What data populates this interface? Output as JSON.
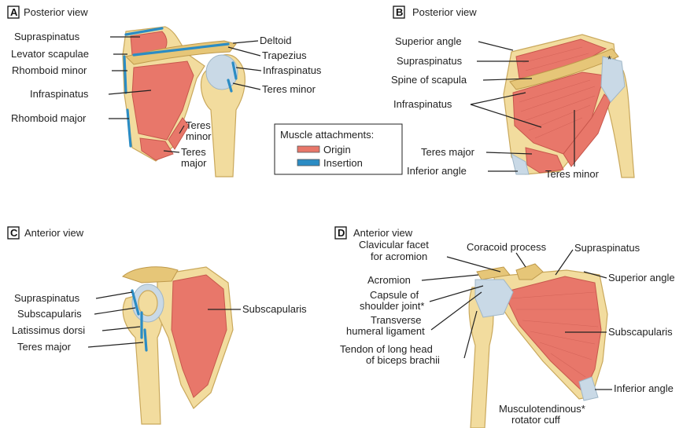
{
  "panels": {
    "A": {
      "letter": "A",
      "title": "Posterior view"
    },
    "B": {
      "letter": "B",
      "title": "Posterior view"
    },
    "C": {
      "letter": "C",
      "title": "Anterior view"
    },
    "D": {
      "letter": "D",
      "title": "Anterior view"
    }
  },
  "labels": {
    "a_supraspinatus": "Supraspinatus",
    "a_levator": "Levator scapulae",
    "a_rhomboid_minor": "Rhomboid minor",
    "a_infraspinatus": "Infraspinatus",
    "a_rhomboid_major": "Rhomboid major",
    "a_deltoid": "Deltoid",
    "a_trapezius": "Trapezius",
    "a_infraspinatus_r": "Infraspinatus",
    "a_teres_minor_r": "Teres minor",
    "a_teres_minor_1": "Teres",
    "a_teres_minor_2": "minor",
    "a_teres_major_1": "Teres",
    "a_teres_major_2": "major",
    "b_superior_angle": "Superior angle",
    "b_supraspinatus": "Supraspinatus",
    "b_spine": "Spine of scapula",
    "b_infraspinatus": "Infraspinatus",
    "b_teres_major": "Teres major",
    "b_inferior_angle": "Inferior angle",
    "b_teres_minor": "Teres minor",
    "b_star": "*",
    "c_supraspinatus": "Supraspinatus",
    "c_subscapularis": "Subscapularis",
    "c_latissimus": "Latissimus dorsi",
    "c_teres_major": "Teres major",
    "c_subscapularis_r": "Subscapularis",
    "d_clavicular_1": "Clavicular facet",
    "d_clavicular_2": "for acromion",
    "d_coracoid": "Coracoid process",
    "d_supraspinatus": "Supraspinatus",
    "d_superior_angle": "Superior angle",
    "d_acromion": "Acromion",
    "d_capsule_1": "Capsule of",
    "d_capsule_2": "shoulder joint*",
    "d_transverse_1": "Transverse",
    "d_transverse_2": "humeral ligament",
    "d_tendon_1": "Tendon of long head",
    "d_tendon_2": "of biceps brachii",
    "d_subscapularis": "Subscapularis",
    "d_inferior_angle": "Inferior angle",
    "d_rotator_1": "Musculotendinous*",
    "d_rotator_2": "rotator cuff"
  },
  "legend": {
    "title": "Muscle attachments:",
    "origin": "Origin",
    "insertion": "Insertion",
    "origin_color": "#e8776a",
    "insertion_color": "#2b8cc4"
  }
}
